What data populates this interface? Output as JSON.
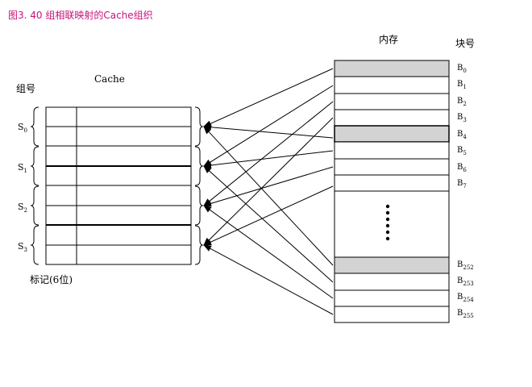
{
  "figure": {
    "title": "图3. 40  组相联映射的Cache组织",
    "cache_label": "Cache",
    "group_label": "组号",
    "memory_label": "内存",
    "block_label": "块号",
    "tag_label": "标记(6位)"
  },
  "cache_sets": [
    {
      "base": "S",
      "sub": "0"
    },
    {
      "base": "S",
      "sub": "1"
    },
    {
      "base": "S",
      "sub": "2"
    },
    {
      "base": "S",
      "sub": "3"
    }
  ],
  "memory_blocks_top": [
    {
      "base": "B",
      "sub": "0",
      "shaded": true
    },
    {
      "base": "B",
      "sub": "1",
      "shaded": false
    },
    {
      "base": "B",
      "sub": "2",
      "shaded": false
    },
    {
      "base": "B",
      "sub": "3",
      "shaded": false
    },
    {
      "base": "B",
      "sub": "4",
      "shaded": true
    },
    {
      "base": "B",
      "sub": "5",
      "shaded": false
    },
    {
      "base": "B",
      "sub": "6",
      "shaded": false
    },
    {
      "base": "B",
      "sub": "7",
      "shaded": false
    }
  ],
  "memory_blocks_bottom": [
    {
      "base": "B",
      "sub": "252",
      "shaded": true
    },
    {
      "base": "B",
      "sub": "253",
      "shaded": false
    },
    {
      "base": "B",
      "sub": "254",
      "shaded": false
    },
    {
      "base": "B",
      "sub": "255",
      "shaded": false
    }
  ],
  "mappings": [
    {
      "from": "B0",
      "to": "S0"
    },
    {
      "from": "B1",
      "to": "S1"
    },
    {
      "from": "B2",
      "to": "S2"
    },
    {
      "from": "B3",
      "to": "S3"
    },
    {
      "from": "B4",
      "to": "S0"
    },
    {
      "from": "B5",
      "to": "S1"
    },
    {
      "from": "B6",
      "to": "S2"
    },
    {
      "from": "B7",
      "to": "S3"
    },
    {
      "from": "B252",
      "to": "S0"
    },
    {
      "from": "B253",
      "to": "S1"
    },
    {
      "from": "B254",
      "to": "S2"
    },
    {
      "from": "B255",
      "to": "S3"
    }
  ],
  "colors": {
    "title": "#c8127a",
    "shaded_block": "#d3d3d3",
    "line": "#000000"
  }
}
